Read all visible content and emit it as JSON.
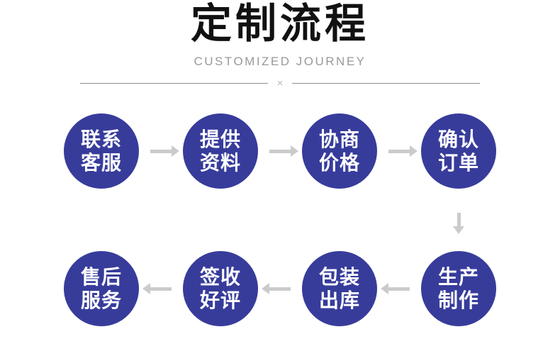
{
  "header": {
    "title": "定制流程",
    "subtitle": "CUSTOMIZED JOURNEY",
    "divider_mark": "×"
  },
  "flow": {
    "direction_top_row": "left-to-right",
    "direction_bottom_row": "right-to-left",
    "steps": [
      {
        "lines": [
          "联系",
          "客服"
        ]
      },
      {
        "lines": [
          "提供",
          "资料"
        ]
      },
      {
        "lines": [
          "协商",
          "价格"
        ]
      },
      {
        "lines": [
          "确认",
          "订单"
        ]
      },
      {
        "lines": [
          "生产",
          "制作"
        ]
      },
      {
        "lines": [
          "包装",
          "出库"
        ]
      },
      {
        "lines": [
          "签收",
          "好评"
        ]
      },
      {
        "lines": [
          "售后",
          "服务"
        ]
      }
    ],
    "icons": {
      "arrow_right": "→",
      "arrow_left": "←",
      "arrow_down": "↓"
    }
  },
  "colors": {
    "circle_fill": "#373c9b",
    "circle_text": "#ffffff",
    "arrow": "#cbcbcb",
    "title": "#111111",
    "subtitle": "#999999",
    "divider_line": "#8f8f8f",
    "divider_mark": "#b4bac2",
    "background": "#ffffff"
  }
}
